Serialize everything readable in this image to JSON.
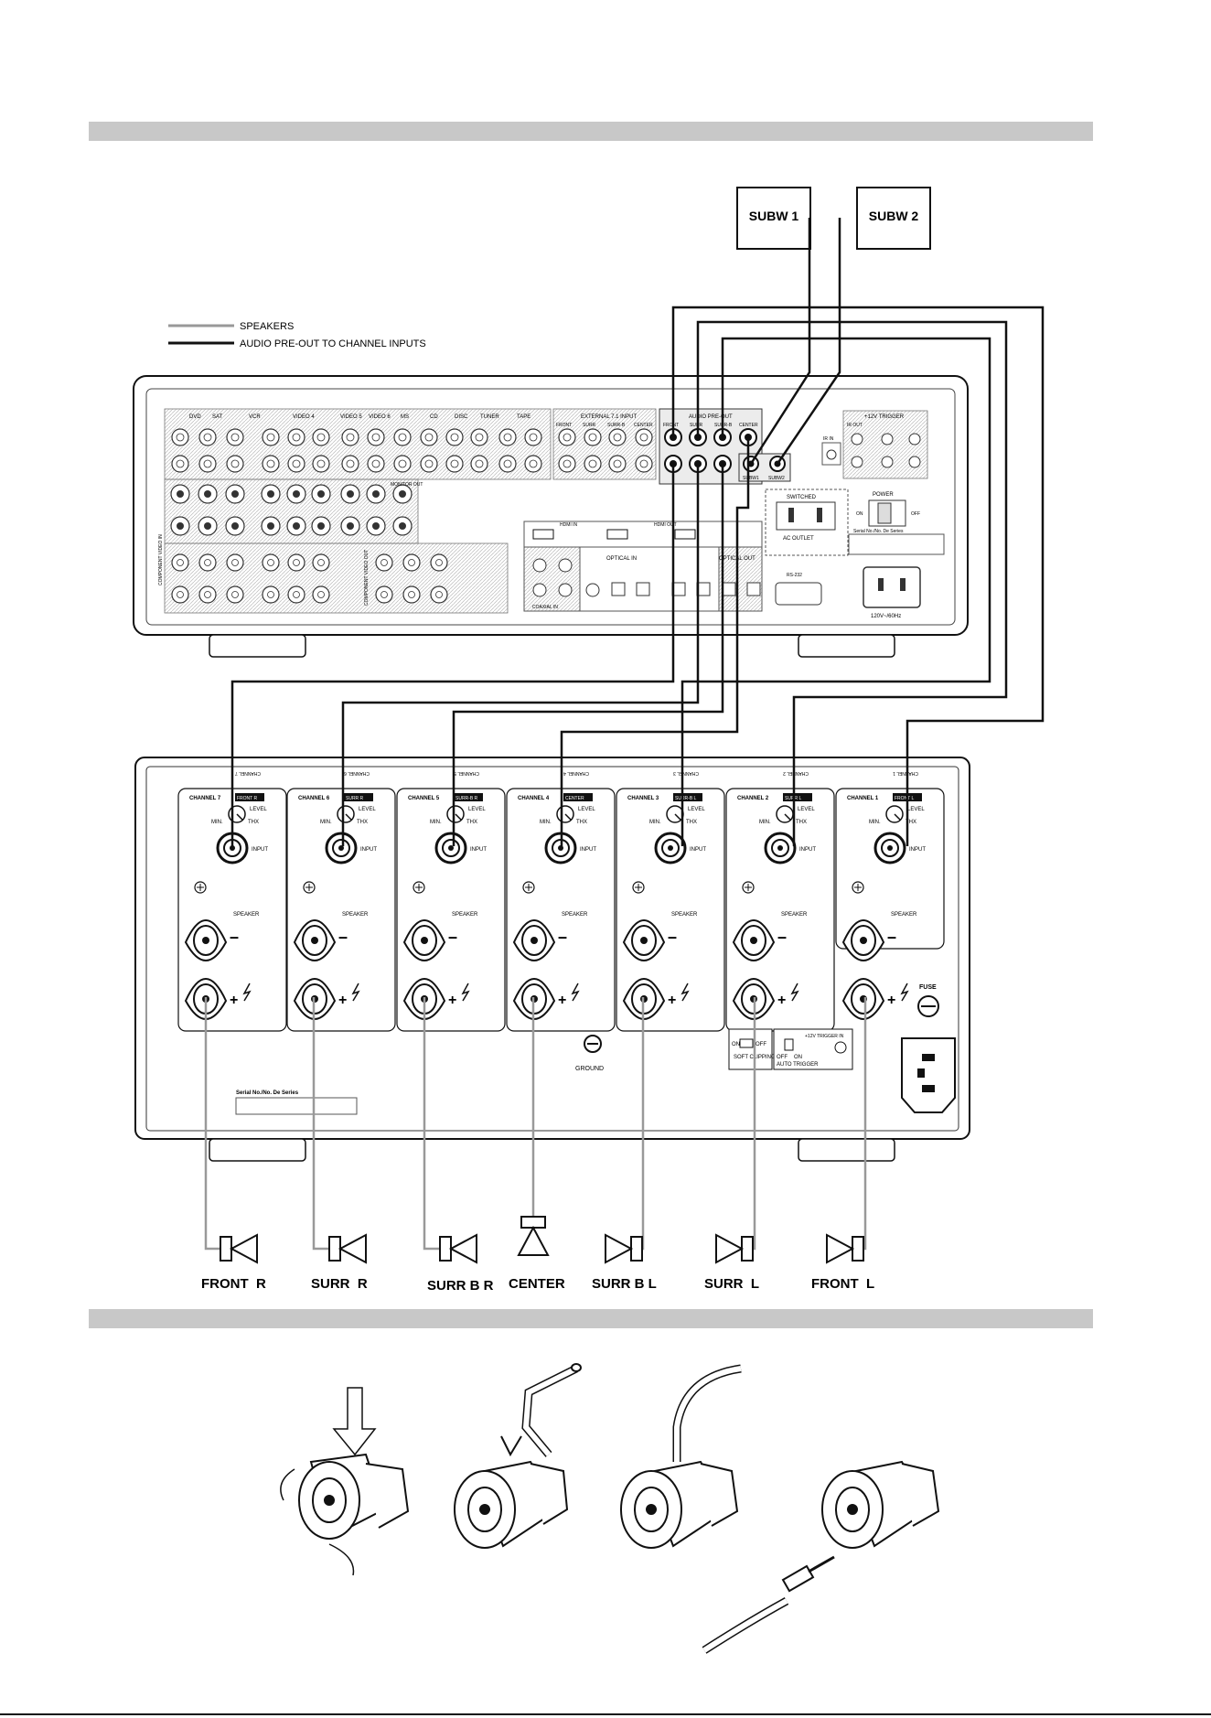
{
  "legend": {
    "speakers": "SPEAKERS",
    "preout": "AUDIO PRE-OUT TO CHANNEL INPUTS"
  },
  "subwoofers": [
    "SUBW 1",
    "SUBW 2"
  ],
  "receiver": {
    "input_groups": [
      "DVD",
      "SAT",
      "VCR",
      "VIDEO 4",
      "VIDEO 5",
      "VIDEO 6",
      "MS",
      "CD",
      "DISC",
      "TUNER",
      "TAPE"
    ],
    "external_input": "EXTERNAL 7.1 INPUT",
    "external_labels": [
      "FRONT",
      "SURR",
      "SURR-B",
      "CENTER"
    ],
    "audio_preout": "AUDIO PRE-OUT",
    "preout_labels": [
      "FRONT",
      "SURR",
      "SURR-B",
      "CENTER"
    ],
    "subw_labels": [
      "SUBW1",
      "SUBW2"
    ],
    "trigger": "+12V TRIGGER",
    "ir_out": "IR OUT",
    "ir_in": "IR IN",
    "power": "POWER",
    "switched": "SWITCHED",
    "ac_outlet": "AC OUTLET",
    "serial": "Serial No./No. De Series",
    "hdmi_in": "HDMI IN",
    "hdmi_out": "HDMI OUT",
    "optical_in": "OPTICAL IN",
    "optical_out": "OPTICAL OUT",
    "coaxial_in": "COAXIAL IN",
    "rs232": "RS-232",
    "mains": "120V~/60Hz",
    "monitor_out": "MONITOR OUT",
    "component_in": "COMPONENT VIDEO IN",
    "component_out": "COMPONENT VIDEO OUT"
  },
  "amplifier": {
    "channels": [
      {
        "name": "CHANNEL 7",
        "tag": "FRONT R"
      },
      {
        "name": "CHANNEL 6",
        "tag": "SURR R"
      },
      {
        "name": "CHANNEL 5",
        "tag": "SURR-B R"
      },
      {
        "name": "CHANNEL 4",
        "tag": "CENTER"
      },
      {
        "name": "CHANNEL 3",
        "tag": "SURR-B L"
      },
      {
        "name": "CHANNEL 2",
        "tag": "SURR L"
      },
      {
        "name": "CHANNEL 1",
        "tag": "FRONT L"
      }
    ],
    "level": "LEVEL",
    "min": "MIN.",
    "thx": "THX",
    "input": "INPUT",
    "speaker": "SPEAKER",
    "ground": "GROUND",
    "fuse": "FUSE",
    "soft_clipping": "SOFT CLIPPING",
    "auto_trigger": "AUTO TRIGGER",
    "trigger_in": "+12V TRIGGER IN",
    "on": "ON",
    "off": "OFF",
    "serial": "Serial No./No. De Series"
  },
  "speakers": [
    "FRONT  R",
    "SURR  R",
    "SURR B R",
    "CENTER",
    "SURR B L",
    "SURR  L",
    "FRONT  L"
  ]
}
